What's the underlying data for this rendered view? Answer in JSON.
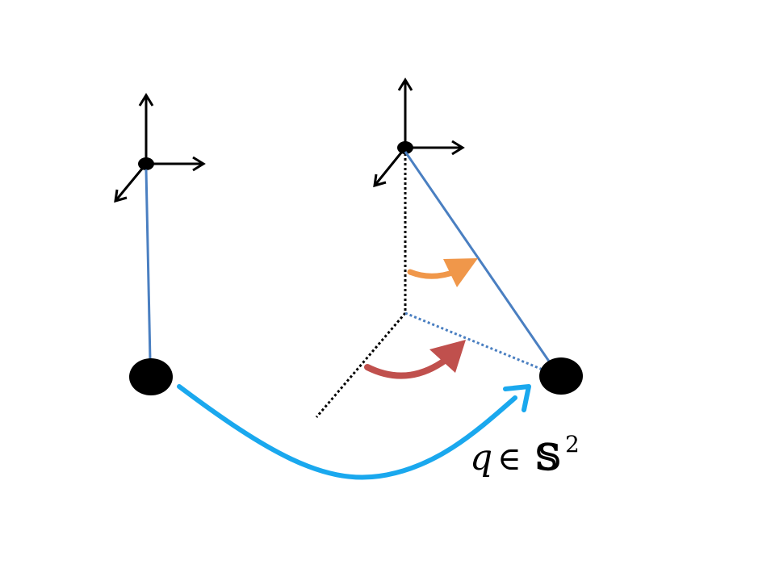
{
  "label": {
    "variable": "q",
    "operator": "∈",
    "space": "𝕊",
    "exponent": "2"
  },
  "colors": {
    "background": "#ffffff",
    "frame_axes": "#000000",
    "cable": "#4a7fc1",
    "reference_dotted": "#000000",
    "projection_dotted": "#4a7fc1",
    "mass": "#000000",
    "motion_arrow": "#1aa8ee",
    "elevation_angle_arrow": "#f0974a",
    "azimuth_angle_arrow": "#c0504d"
  },
  "elements": [
    "left-body-frame",
    "left-cable",
    "left-mass",
    "right-body-frame",
    "right-cable",
    "right-mass",
    "vertical-reference-dotted",
    "horizontal-reference-dotted",
    "projection-dotted",
    "elevation-angle-arrow",
    "azimuth-angle-arrow",
    "motion-arrow"
  ]
}
